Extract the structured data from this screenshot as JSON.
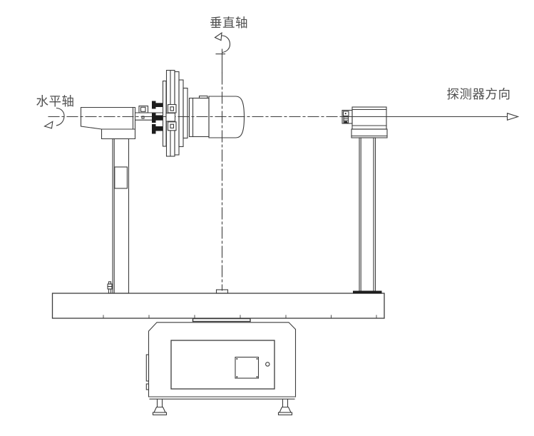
{
  "colors": {
    "background": "#ffffff",
    "line": "#3c3c3c",
    "ink": "#1d1d1d",
    "text": "#4f4f4f"
  },
  "diagram": {
    "labels": {
      "vertical_axis": "垂直轴",
      "horizontal_axis": "水平轴",
      "detector_direction": "探测器方向"
    }
  }
}
